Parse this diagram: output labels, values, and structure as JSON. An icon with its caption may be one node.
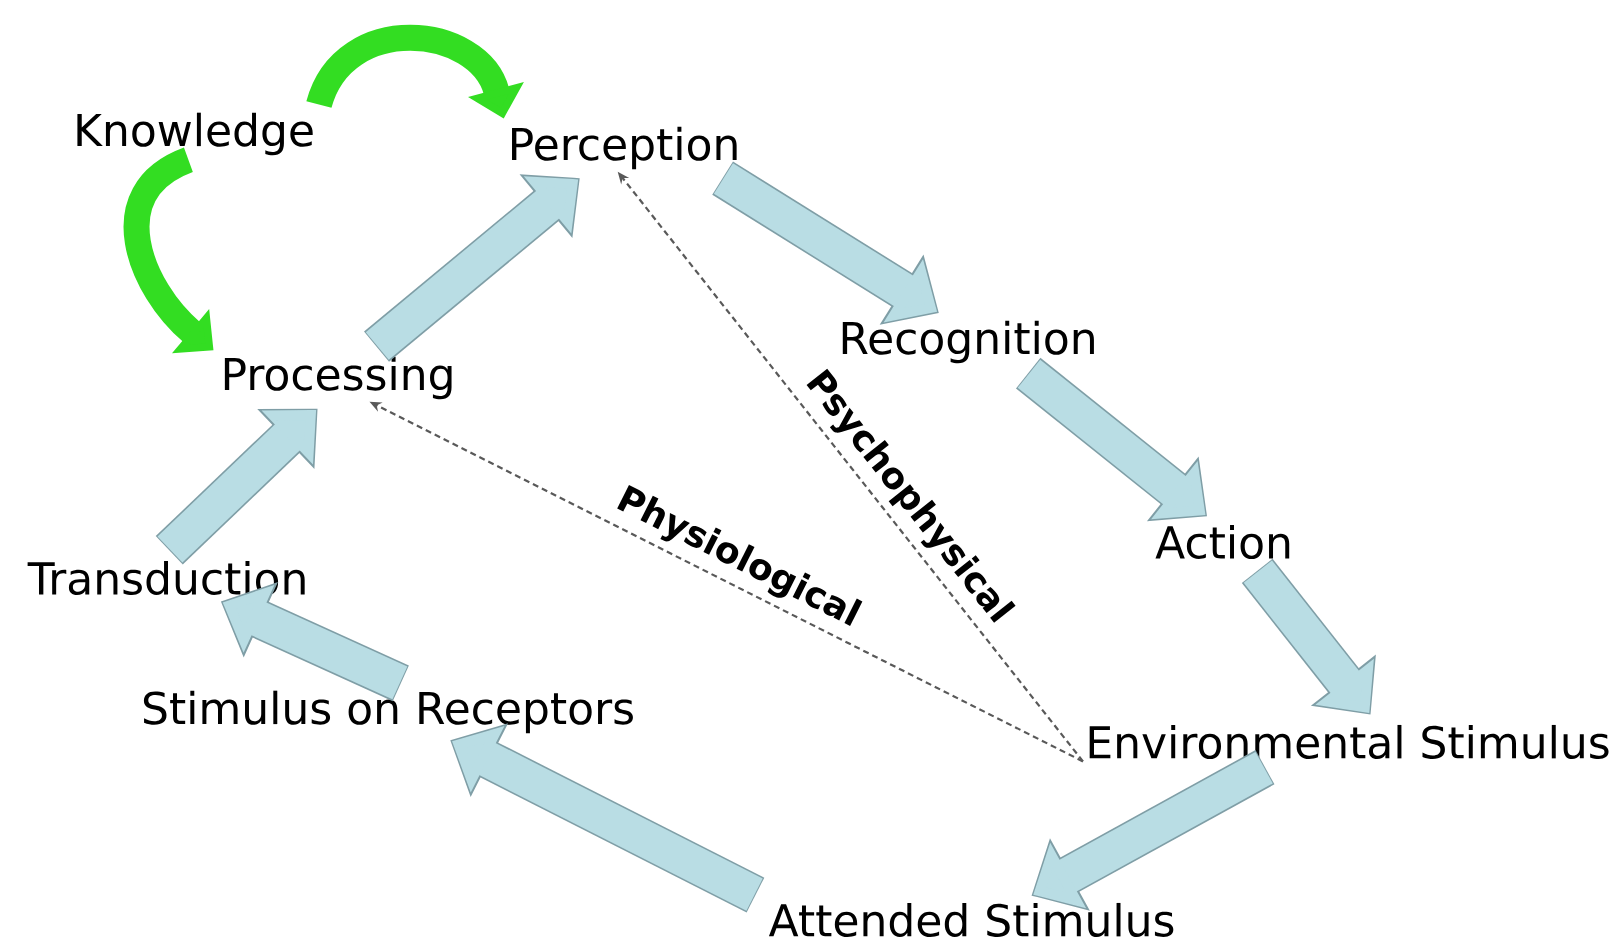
{
  "diagram": {
    "nodes": [
      {
        "text": [
          "Knowledge"
        ]
      },
      {
        "text": [
          "Perception"
        ]
      },
      {
        "text": [
          "Recognition"
        ]
      },
      {
        "text": [
          "Action"
        ]
      },
      {
        "text": [
          "Environmental Stimulus"
        ]
      },
      {
        "text": [
          "Attended Stimulus"
        ]
      },
      {
        "text": [
          "Stimulus on Receptors"
        ]
      },
      {
        "text": [
          "Transduction"
        ]
      },
      {
        "text": [
          "Processing"
        ]
      }
    ],
    "edges": [
      {
        "from": 1,
        "to": 2,
        "arrow": "to"
      },
      {
        "from": 2,
        "to": 3,
        "arrow": "to"
      },
      {
        "from": 3,
        "to": 4,
        "arrow": "to"
      },
      {
        "from": 4,
        "to": 5,
        "arrow": "to"
      },
      {
        "from": 5,
        "to": 6,
        "arrow": "to"
      },
      {
        "from": 6,
        "to": 7,
        "arrow": "to"
      },
      {
        "from": 7,
        "to": 8,
        "arrow": "to"
      },
      {
        "from": 8,
        "to": 1,
        "arrow": "to"
      },
      {
        "from": 0,
        "to": 1,
        "arrow": "to",
        "color": "#33dd22"
      },
      {
        "from": 0,
        "to": 8,
        "arrow": "to",
        "color": "#33dd22"
      },
      {
        "from": 4,
        "to": 1,
        "arrow": "to",
        "style": "dashed",
        "color": "#595959",
        "label": "Psychophysical"
      },
      {
        "from": 4,
        "to": 8,
        "arrow": "to",
        "style": "dashed",
        "color": "#595959",
        "label": "Physiological"
      }
    ]
  }
}
